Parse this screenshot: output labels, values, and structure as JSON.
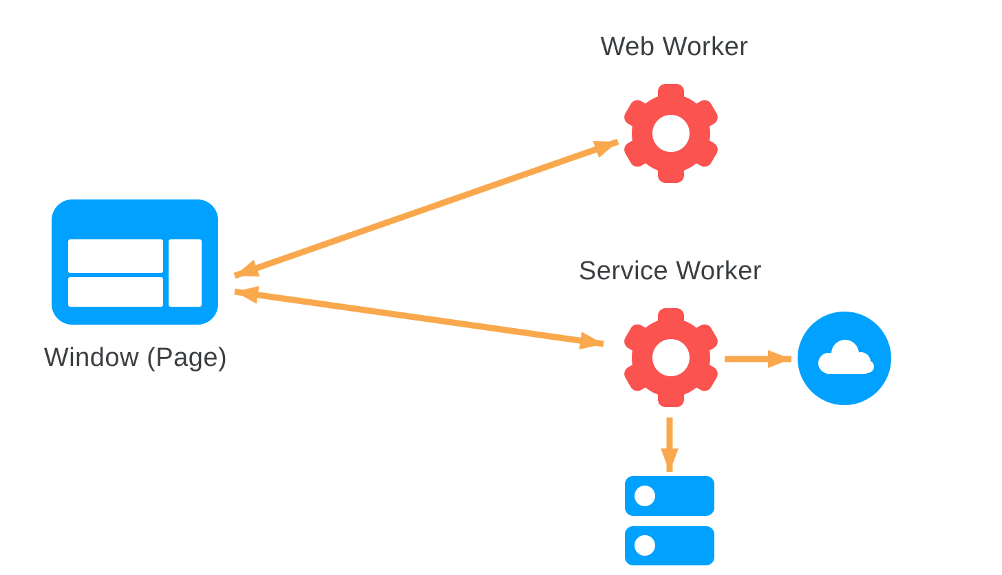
{
  "diagram": {
    "nodes": {
      "window_page": {
        "label": "Window (Page)",
        "icon": "browser-window-icon"
      },
      "web_worker": {
        "label": "Web Worker",
        "icon": "gear-icon"
      },
      "service_worker": {
        "label": "Service Worker",
        "icon": "gear-icon"
      },
      "network": {
        "icon": "cloud-icon"
      },
      "storage": {
        "icon": "database-stack-icon"
      }
    },
    "edges": [
      {
        "from": "window_page",
        "to": "web_worker",
        "direction": "bidirectional"
      },
      {
        "from": "window_page",
        "to": "service_worker",
        "direction": "bidirectional"
      },
      {
        "from": "service_worker",
        "to": "network",
        "direction": "one-way"
      },
      {
        "from": "service_worker",
        "to": "storage",
        "direction": "one-way"
      }
    ]
  },
  "colors": {
    "blue": "#00a1ff",
    "red": "#fb5350",
    "orange": "#f9a84d",
    "text": "#3c4043",
    "background": "#ffffff"
  }
}
